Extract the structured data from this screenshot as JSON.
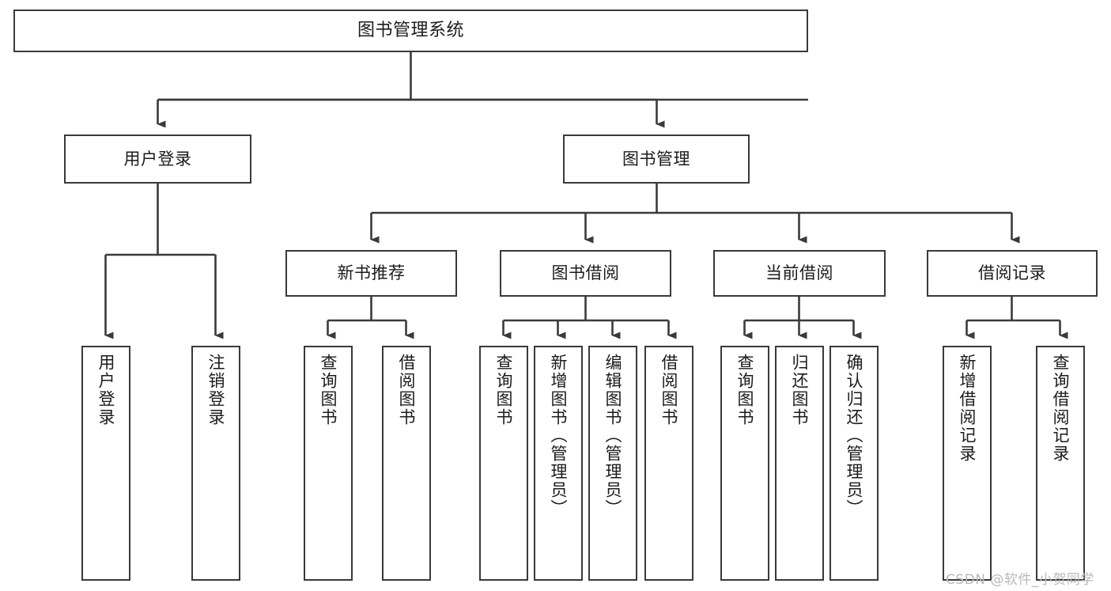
{
  "diagram": {
    "title": "图书管理系统",
    "type": "functional-hierarchy-tree",
    "stroke_color": "#3a3a3a",
    "fill_color": "#ffffff",
    "text_color": "#1b1b1b",
    "watermark": "CSDN @软件_小贺同学"
  },
  "nodes": {
    "root": {
      "label": "图书管理系统",
      "level": 0
    },
    "l2": [
      {
        "id": "user-login",
        "label": "用户登录",
        "level": 1
      },
      {
        "id": "book-manage",
        "label": "图书管理",
        "level": 1
      }
    ],
    "l3": [
      {
        "id": "new-book-recommend",
        "label": "新书推荐",
        "level": 2
      },
      {
        "id": "book-borrow",
        "label": "图书借阅",
        "level": 2
      },
      {
        "id": "current-borrow",
        "label": "当前借阅",
        "level": 2
      },
      {
        "id": "borrow-record",
        "label": "借阅记录",
        "level": 2
      }
    ],
    "leaves": [
      {
        "id": "leaf-user-login",
        "label": "用户登录",
        "parent": "user-login"
      },
      {
        "id": "leaf-user-logout",
        "label": "注销登录",
        "parent": "user-login"
      },
      {
        "id": "leaf-query-book-1",
        "label": "查询图书",
        "parent": "new-book-recommend"
      },
      {
        "id": "leaf-borrow-book-1",
        "label": "借阅图书",
        "parent": "new-book-recommend"
      },
      {
        "id": "leaf-query-book-2",
        "label": "查询图书",
        "parent": "book-borrow"
      },
      {
        "id": "leaf-add-book",
        "label": "新增图书（管理员）",
        "parent": "book-borrow"
      },
      {
        "id": "leaf-edit-book",
        "label": "编辑图书（管理员）",
        "parent": "book-borrow"
      },
      {
        "id": "leaf-borrow-book-2",
        "label": "借阅图书",
        "parent": "book-borrow"
      },
      {
        "id": "leaf-query-book-3",
        "label": "查询图书",
        "parent": "current-borrow"
      },
      {
        "id": "leaf-return-book",
        "label": "归还图书",
        "parent": "current-borrow"
      },
      {
        "id": "leaf-confirm-return",
        "label": "确认归还（管理员）",
        "parent": "current-borrow"
      },
      {
        "id": "leaf-add-record",
        "label": "新增借阅记录",
        "parent": "borrow-record"
      },
      {
        "id": "leaf-query-record",
        "label": "查询借阅记录",
        "parent": "borrow-record"
      }
    ]
  }
}
